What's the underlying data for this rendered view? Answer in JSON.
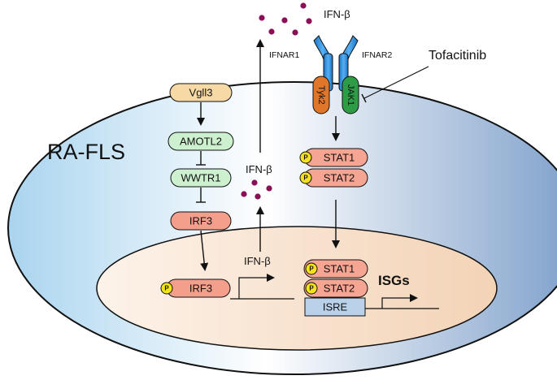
{
  "cell_label": "RA-FLS",
  "drug_label": "Tofacitinib",
  "receptor": {
    "left": "IFNAR1",
    "right": "IFNAR2"
  },
  "kinases": {
    "left": "Tyk2",
    "right": "JAK1"
  },
  "ligand_labels": {
    "top": "IFN-β",
    "cytoplasm": "IFN-β",
    "gene": "IFN-β"
  },
  "pathway_nodes": {
    "vgll3": "Vgll3",
    "amotl2": "AMOTL2",
    "wwtr1": "WWTR1",
    "irf3": "IRF3",
    "irf3_nuclear": "IRF3"
  },
  "stat_cytoplasm": [
    "STAT1",
    "STAT2"
  ],
  "stat_nuclear": [
    "STAT1",
    "STAT2"
  ],
  "phospho_label": "P",
  "promoter_element": "ISRE",
  "output_genes": "ISGs",
  "colors": {
    "ifn_dot": "#8b0e57",
    "receptor": "#2f8ee0",
    "tyk2": "#e0762a",
    "jak1": "#2e9c46",
    "vgll3": "#f6d9a4",
    "amotl2": "#cdf0cf",
    "wwtr1": "#cdf0cf",
    "irf3": "#f39f8c",
    "stat": "#f6a593",
    "phospho": "#f4e21a",
    "isre": "#b9d2ea",
    "nucleus": "#f8e3d0"
  }
}
